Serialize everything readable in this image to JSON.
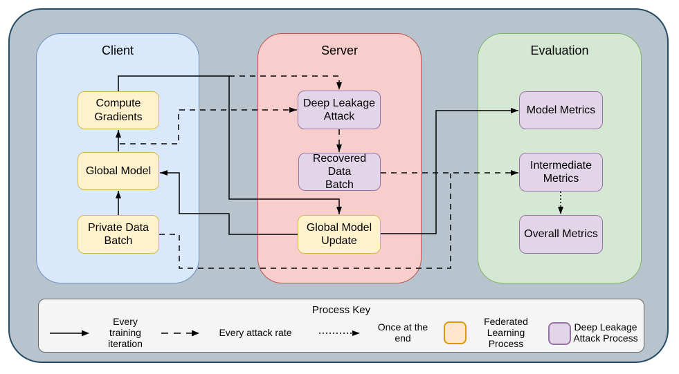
{
  "panels": {
    "client": {
      "title": "Client",
      "nodes": {
        "compute_gradients": {
          "label": "Compute\nGradients",
          "process": "federated-learning"
        },
        "global_model": {
          "label": "Global Model",
          "process": "federated-learning"
        },
        "private_data_batch": {
          "label": "Private Data\nBatch",
          "process": "federated-learning"
        }
      }
    },
    "server": {
      "title": "Server",
      "nodes": {
        "deep_leakage_attack": {
          "label": "Deep Leakage\nAttack",
          "process": "deep-leakage-attack"
        },
        "recovered_data_batch": {
          "label": "Recovered Data\nBatch",
          "process": "deep-leakage-attack"
        },
        "global_model_update": {
          "label": "Global Model\nUpdate",
          "process": "federated-learning"
        }
      }
    },
    "evaluation": {
      "title": "Evaluation",
      "nodes": {
        "model_metrics": {
          "label": "Model Metrics",
          "process": "deep-leakage-attack"
        },
        "intermediate_metrics": {
          "label": "Intermediate\nMetrics",
          "process": "deep-leakage-attack"
        },
        "overall_metrics": {
          "label": "Overall Metrics",
          "process": "deep-leakage-attack"
        }
      }
    }
  },
  "edges": [
    {
      "from": "private_data_batch",
      "to": "global_model",
      "style": "solid",
      "meaning": "every training iteration"
    },
    {
      "from": "global_model",
      "to": "compute_gradients",
      "style": "solid",
      "meaning": "every training iteration"
    },
    {
      "from": "compute_gradients",
      "to": "global_model_update",
      "style": "solid",
      "meaning": "every training iteration"
    },
    {
      "from": "global_model_update",
      "to": "global_model",
      "style": "solid",
      "meaning": "every training iteration"
    },
    {
      "from": "global_model_update",
      "to": "model_metrics",
      "style": "solid",
      "meaning": "every training iteration"
    },
    {
      "from": "compute_gradients",
      "to": "deep_leakage_attack",
      "style": "dashed",
      "meaning": "every attack rate"
    },
    {
      "from": "global_model",
      "to": "deep_leakage_attack",
      "style": "dashed",
      "meaning": "every attack rate"
    },
    {
      "from": "deep_leakage_attack",
      "to": "recovered_data_batch",
      "style": "dashed",
      "meaning": "every attack rate"
    },
    {
      "from": "recovered_data_batch",
      "to": "intermediate_metrics",
      "style": "dashed",
      "meaning": "every attack rate"
    },
    {
      "from": "private_data_batch",
      "to": "intermediate_metrics",
      "style": "dashed",
      "meaning": "every attack rate"
    },
    {
      "from": "intermediate_metrics",
      "to": "overall_metrics",
      "style": "dotted",
      "meaning": "once at the end"
    }
  ],
  "key": {
    "title": "Process Key",
    "items": [
      {
        "symbol": "solid-arrow",
        "label": "Every\ntraining\niteration"
      },
      {
        "symbol": "dashed-arrow",
        "label": "Every attack rate"
      },
      {
        "symbol": "dotted-arrow",
        "label": "Once at the\nend"
      },
      {
        "symbol": "federated-swatch",
        "label": "Federated\nLearning\nProcess"
      },
      {
        "symbol": "attack-swatch",
        "label": "Deep Leakage\nAttack Process"
      }
    ]
  },
  "colors": {
    "outer_fill": "#b7c4ce",
    "outer_border": "#274a63",
    "client_fill": "#dae8fc",
    "client_border": "#6c8ebf",
    "server_fill": "#f8cecc",
    "server_border": "#b85450",
    "evaluation_fill": "#d5e8d4",
    "evaluation_border": "#82b366",
    "federated_fill": "#fff2cc",
    "federated_border": "#d6b656",
    "attack_fill": "#e1d5e7",
    "attack_border": "#9673a6",
    "key_federated_fill": "#ffe6cc",
    "key_federated_border": "#d79b00",
    "key_panel_fill": "#f5f5f5",
    "key_panel_border": "#666666",
    "edge_color": "#000000"
  }
}
